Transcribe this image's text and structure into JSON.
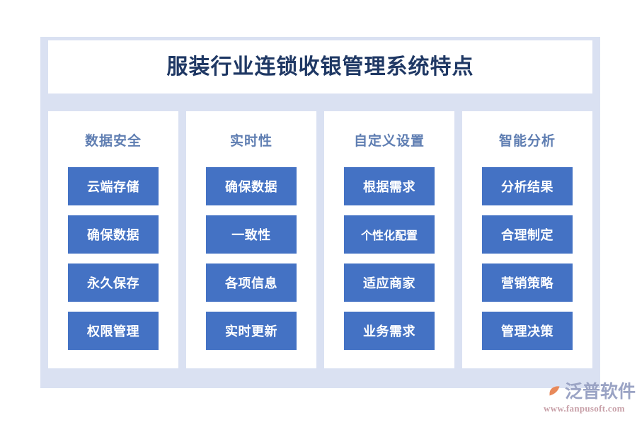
{
  "page": {
    "title": "服装行业连锁收银管理系统特点",
    "background_color": "#ffffff",
    "panel_color": "#dae1f2",
    "card_color": "#ffffff",
    "title_color": "#1f3864",
    "header_color": "#5f7eb2",
    "chip_color": "#4472c4",
    "chip_text_color": "#ffffff"
  },
  "columns": [
    {
      "header": "数据安全",
      "items": [
        "云端存储",
        "确保数据",
        "永久保存",
        "权限管理"
      ]
    },
    {
      "header": "实时性",
      "items": [
        "确保数据",
        "一致性",
        "各项信息",
        "实时更新"
      ]
    },
    {
      "header": "自定义设置",
      "items": [
        "根据需求",
        "个性化配置",
        "适应商家",
        "业务需求"
      ]
    },
    {
      "header": "智能分析",
      "items": [
        "分析结果",
        "合理制定",
        "营销策略",
        "管理决策"
      ]
    }
  ],
  "brand": {
    "name": "泛普软件",
    "url": "www.fanpusoft.com",
    "mark_arc_color": "#3a4a78",
    "mark_leaf_color": "#e8895a",
    "name_color": "#9aa3c4",
    "url_color": "#c8a0a8"
  }
}
